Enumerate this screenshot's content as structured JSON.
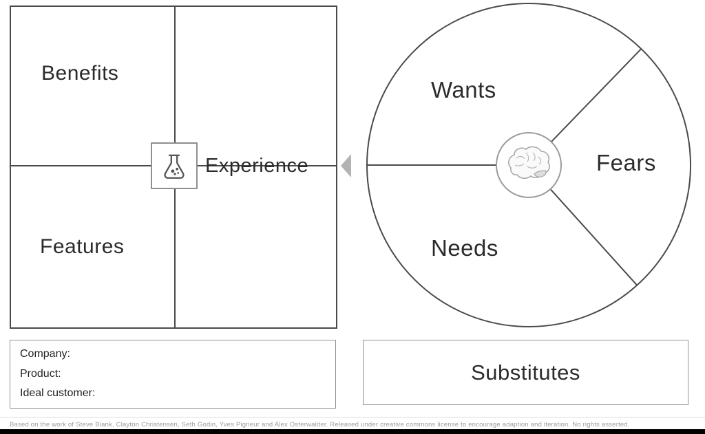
{
  "product_map": {
    "benefits": "Benefits",
    "features": "Features",
    "experience": "Experience"
  },
  "customer_map": {
    "wants": "Wants",
    "fears": "Fears",
    "needs": "Needs"
  },
  "company_box": {
    "company": "Company:",
    "product": "Product:",
    "ideal_customer": "Ideal customer:"
  },
  "substitutes": {
    "label": "Substitutes"
  },
  "footer": {
    "attribution": "Based on the work of Steve Blank, Clayton Christensen, Seth Godin, Yves Pigneur and Alex Osterwalder. Released under creative commons license to encourage adaption and iteration. No rights asserted."
  },
  "icons": {
    "flask": "flask-icon",
    "brain": "brain-icon",
    "arrow": "arrow-left-icon"
  },
  "colors": {
    "line": "#4a4a4a",
    "light_border": "#8f8f8f",
    "arrow": "#b3b3b3",
    "footer_text": "#9a9a9a",
    "footer_bar": "#000000"
  }
}
